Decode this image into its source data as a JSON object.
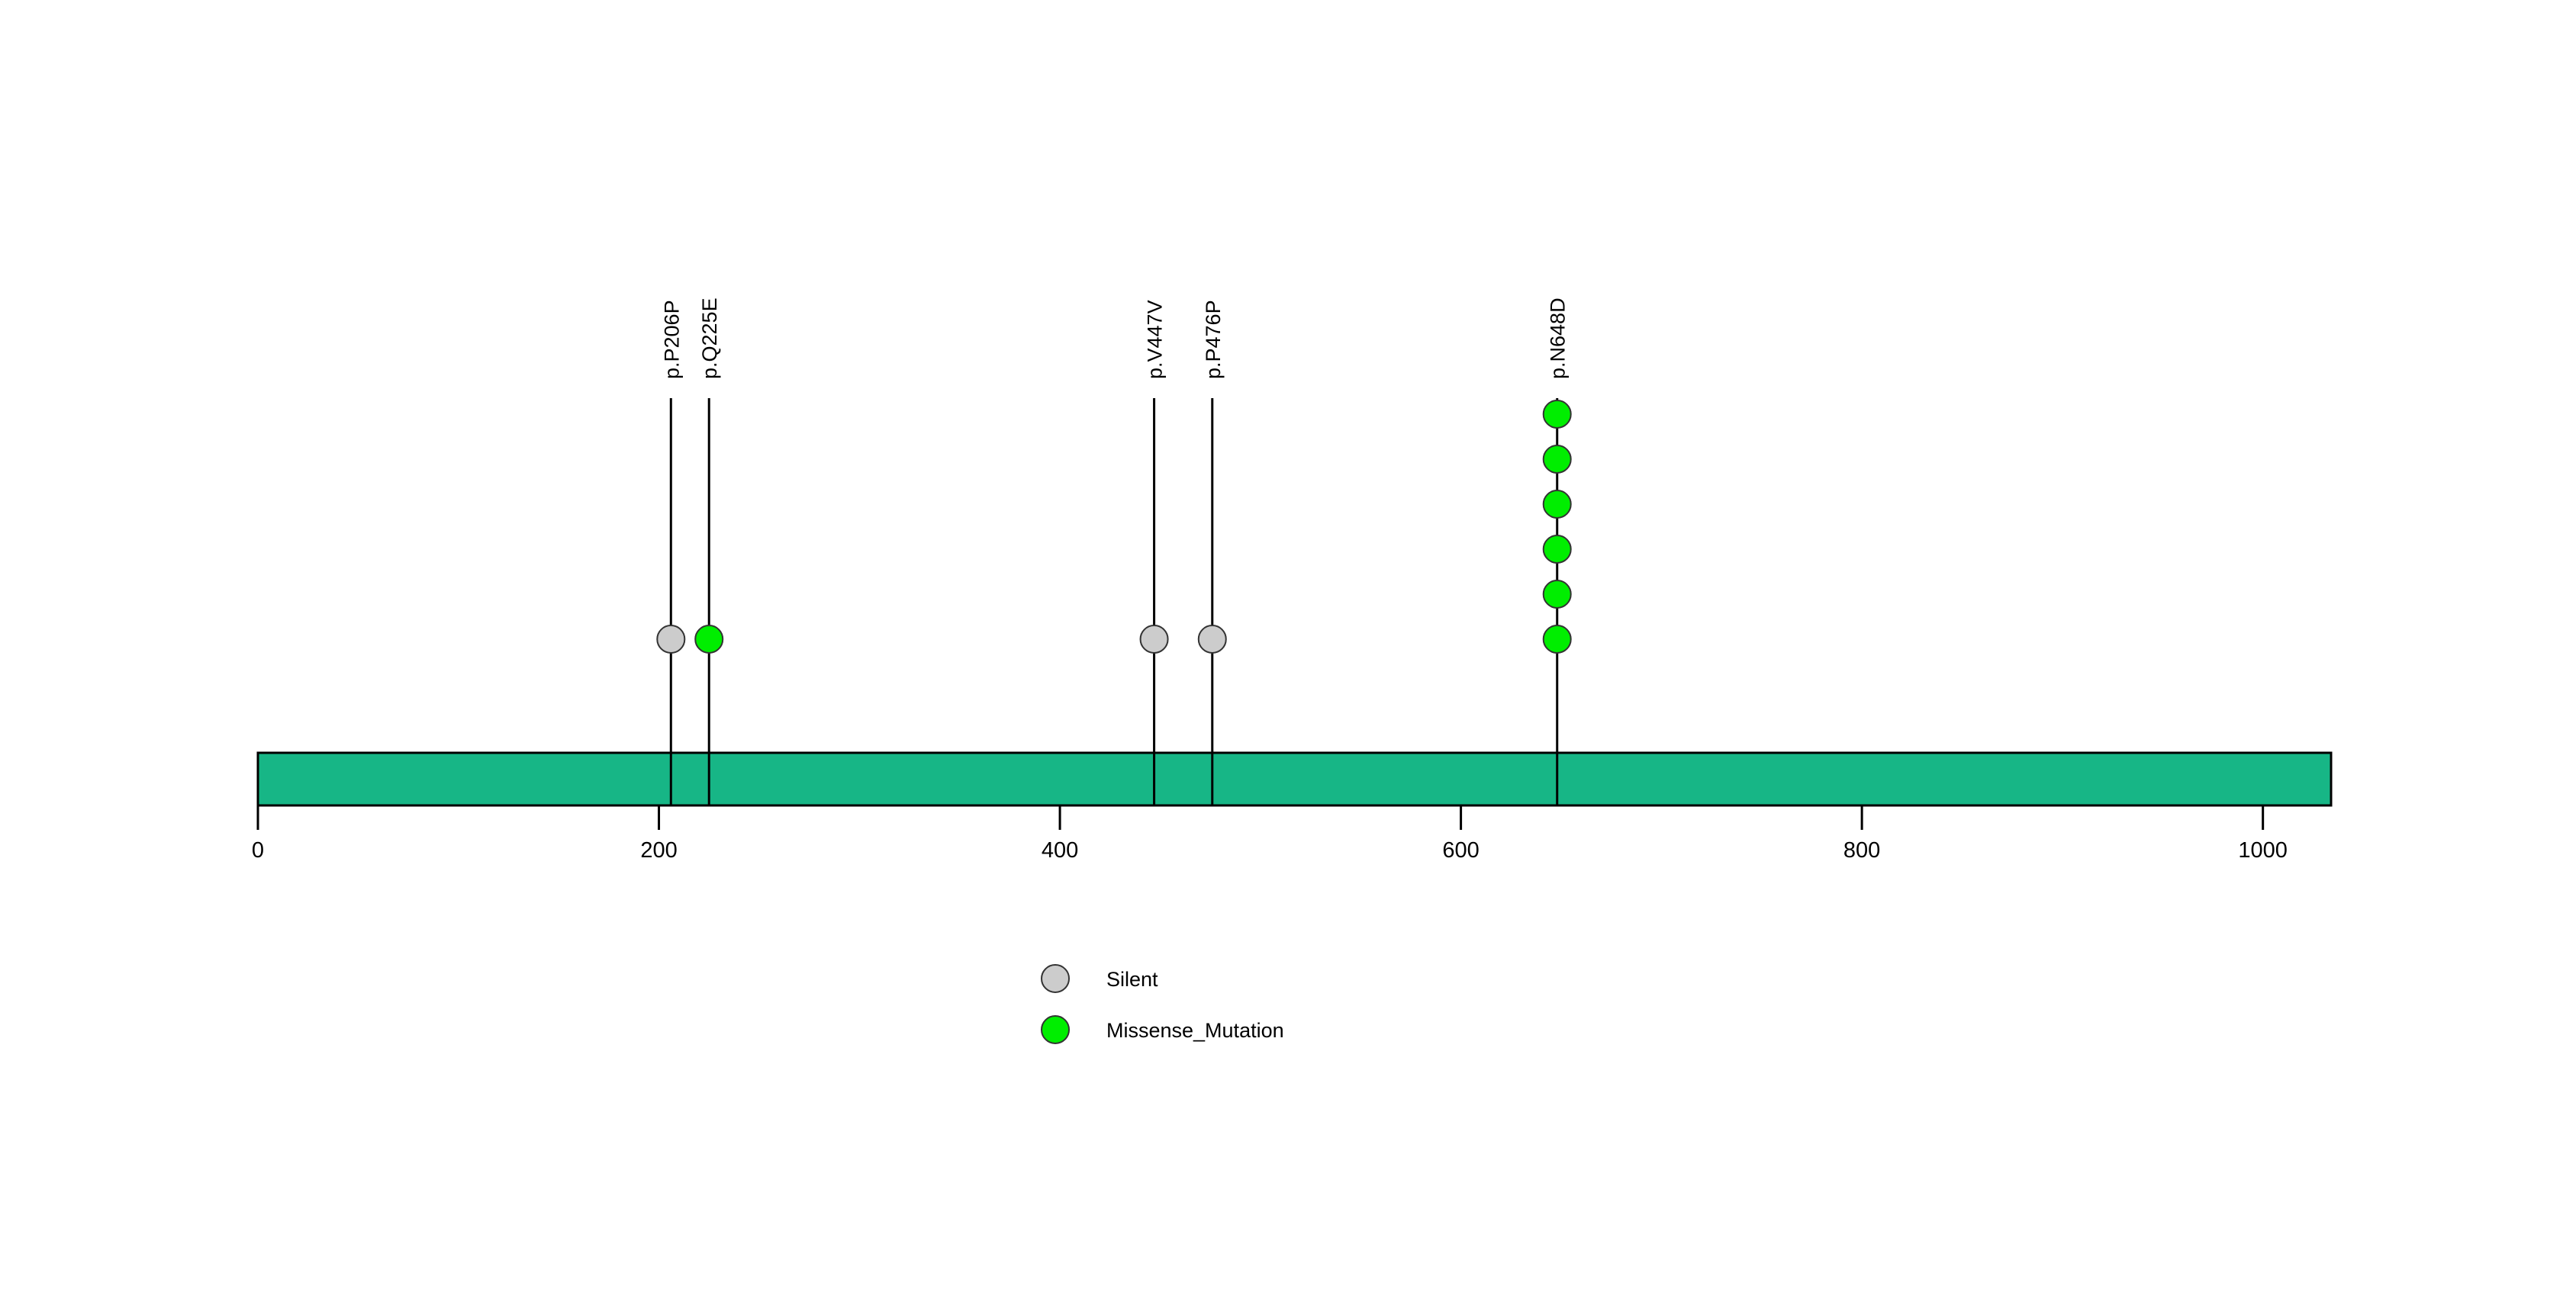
{
  "chart_data": {
    "type": "scatter",
    "title": "",
    "subtitle": "",
    "xlabel": "",
    "ylabel": "",
    "xlim": [
      0,
      1034
    ],
    "grid": false,
    "legend_position": "bottom-center",
    "protein": {
      "name": "",
      "length": 1034,
      "color": "#17b686",
      "border_color": "#000000"
    },
    "axis": {
      "ticks": [
        0,
        200,
        400,
        600,
        800,
        1000
      ],
      "tick_labels": [
        "0",
        "200",
        "400",
        "600",
        "800",
        "1000"
      ]
    },
    "categories": [
      "p.P206P",
      "p.Q225E",
      "p.V447V",
      "p.P476P",
      "p.N648D"
    ],
    "values": [
      1,
      1,
      1,
      1,
      6
    ],
    "mutations": [
      {
        "label": "p.P206P",
        "position": 206,
        "count": 1,
        "type": "Silent",
        "color": "#cccccc"
      },
      {
        "label": "p.Q225E",
        "position": 225,
        "count": 1,
        "type": "Missense_Mutation",
        "color": "#00ee00"
      },
      {
        "label": "p.V447V",
        "position": 447,
        "count": 1,
        "type": "Silent",
        "color": "#cccccc"
      },
      {
        "label": "p.P476P",
        "position": 476,
        "count": 1,
        "type": "Silent",
        "color": "#cccccc"
      },
      {
        "label": "p.N648D",
        "position": 648,
        "count": 6,
        "type": "Missense_Mutation",
        "color": "#00ee00"
      }
    ],
    "legend": [
      {
        "label": "Silent",
        "color": "#cccccc"
      },
      {
        "label": "Missense_Mutation",
        "color": "#00ee00"
      }
    ]
  }
}
